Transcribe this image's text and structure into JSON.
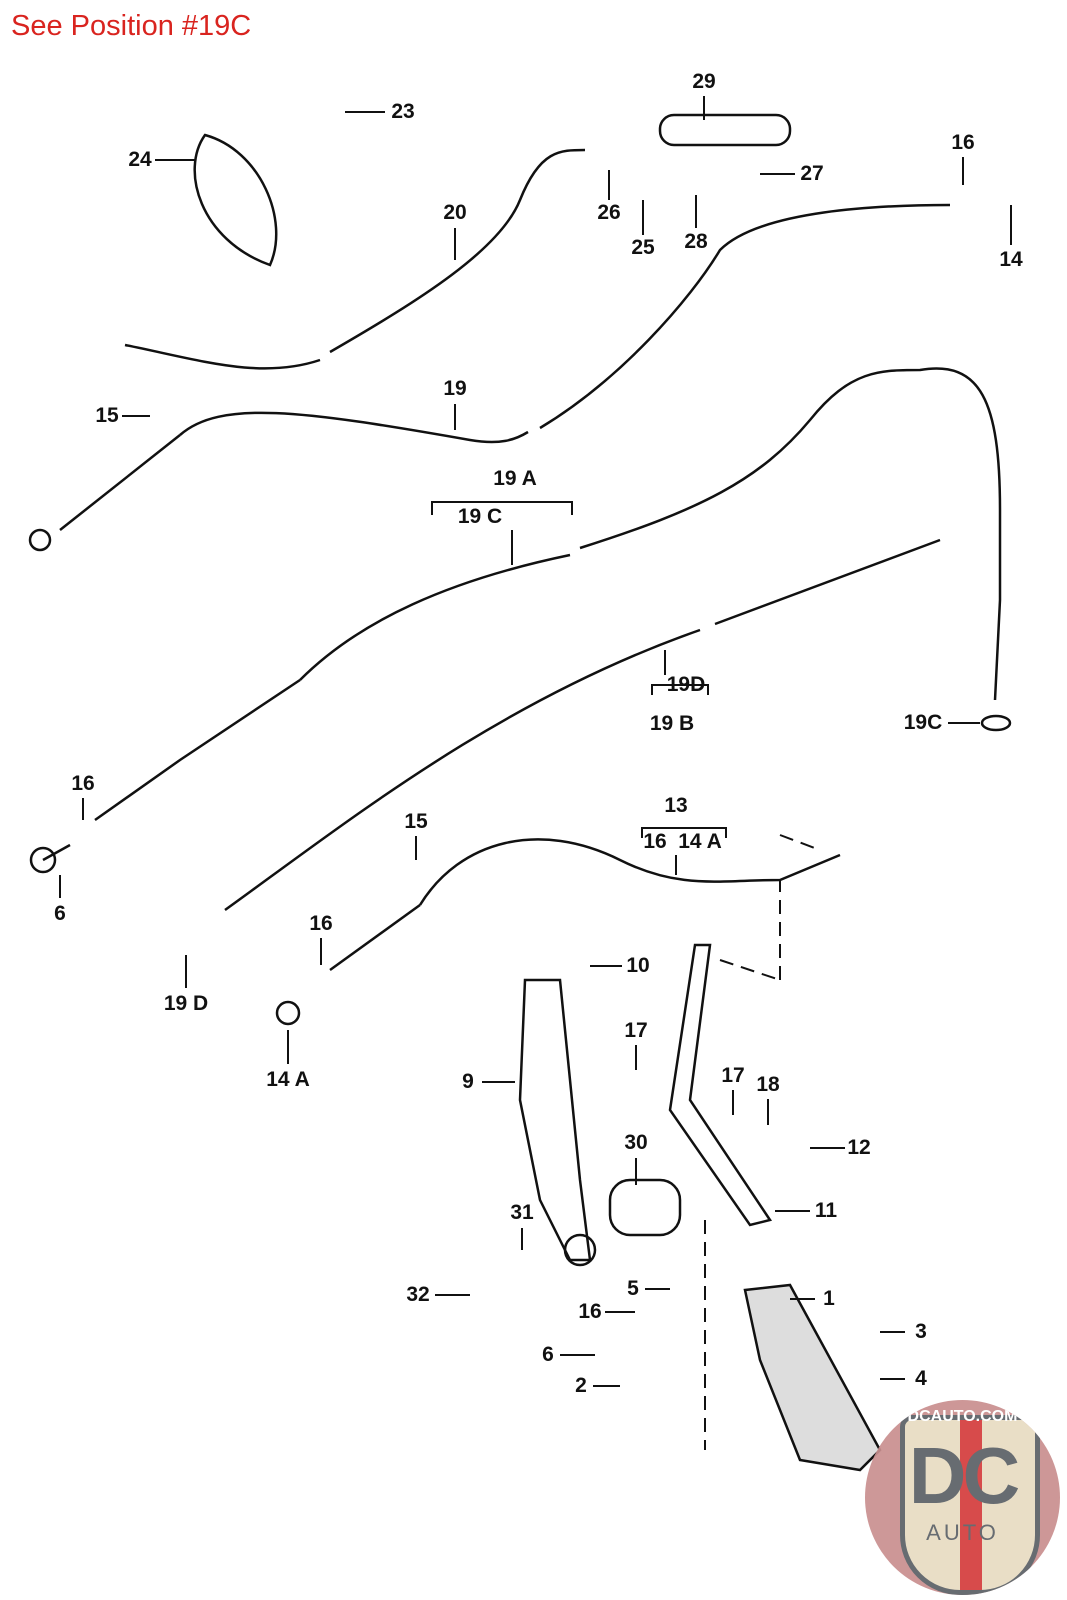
{
  "header": {
    "text": "See Position #19C",
    "color": "#d9241f"
  },
  "labels": [
    "23",
    "24",
    "20",
    "29",
    "26",
    "25",
    "28",
    "27",
    "16",
    "14",
    "15",
    "19",
    "19 A",
    "19 C",
    "19D",
    "19 B",
    "19C",
    "16",
    "6",
    "15",
    "13",
    "16",
    "14 A",
    "16",
    "19 D",
    "14 A",
    "10",
    "17",
    "9",
    "17",
    "18",
    "12",
    "30",
    "11",
    "31",
    "5",
    "32",
    "16",
    "1",
    "3",
    "6",
    "4",
    "2"
  ],
  "logo": {
    "top": "DCAUTO.COM",
    "main": "DC",
    "sub": "AUTO"
  }
}
